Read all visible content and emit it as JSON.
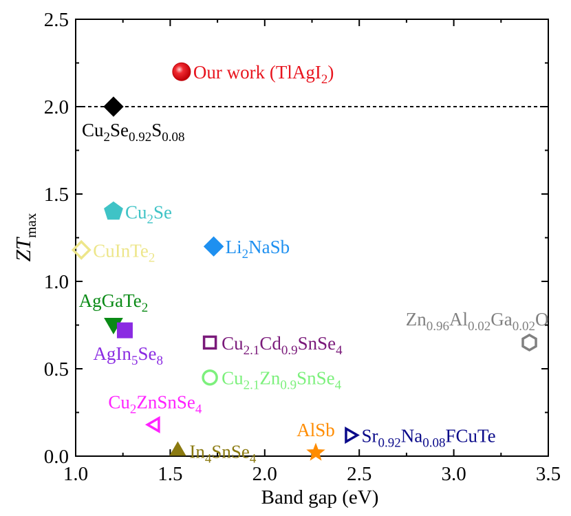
{
  "chart_data": {
    "type": "scatter",
    "xlabel": "Band gap (eV)",
    "ylabel": {
      "main": "ZT",
      "sub": "max"
    },
    "xlim": [
      1.0,
      3.5
    ],
    "ylim": [
      0.0,
      2.5
    ],
    "xticks": [
      "1.0",
      "1.5",
      "2.0",
      "2.5",
      "3.0",
      "3.5"
    ],
    "yticks": [
      "0.0",
      "0.5",
      "1.0",
      "1.5",
      "2.0",
      "2.5"
    ],
    "reference_line": {
      "y": 2.0,
      "style": "dashed"
    },
    "grid": false,
    "points": [
      {
        "label": [
          [
            "Our work (TlAgI"
          ],
          [
            "2",
            "sub"
          ],
          [
            ")"
          ]
        ],
        "x": 1.56,
        "y": 2.2,
        "marker": "circle-shaded",
        "color": "#e8141e",
        "label_side": "right"
      },
      {
        "label": [
          [
            "Cu"
          ],
          [
            "2",
            "sub"
          ],
          [
            "Se"
          ],
          [
            "0.92",
            "sub"
          ],
          [
            "S"
          ],
          [
            "0.08",
            "sub"
          ]
        ],
        "x": 1.2,
        "y": 2.0,
        "marker": "diamond",
        "color": "#000000",
        "label_side": "below"
      },
      {
        "label": [
          [
            "Cu"
          ],
          [
            "2",
            "sub"
          ],
          [
            "Se"
          ]
        ],
        "x": 1.2,
        "y": 1.4,
        "marker": "pentagon",
        "color": "#3fc3c6",
        "label_side": "right"
      },
      {
        "label": [
          [
            "CuInTe"
          ],
          [
            "2",
            "sub"
          ]
        ],
        "x": 1.03,
        "y": 1.18,
        "marker": "diamond-open",
        "color": "#ede68a",
        "label_side": "right"
      },
      {
        "label": [
          [
            "Li"
          ],
          [
            "2",
            "sub"
          ],
          [
            "NaSb"
          ]
        ],
        "x": 1.73,
        "y": 1.2,
        "marker": "diamond",
        "color": "#1e90f0",
        "label_side": "right"
      },
      {
        "label": [
          [
            "AgGaTe"
          ],
          [
            "2",
            "sub"
          ]
        ],
        "x": 1.2,
        "y": 0.76,
        "marker": "triangle-down",
        "color": "#0a8a16",
        "label_side": "above"
      },
      {
        "label": [
          [
            "AgIn"
          ],
          [
            "5",
            "sub"
          ],
          [
            "Se"
          ],
          [
            "8",
            "sub"
          ]
        ],
        "x": 1.26,
        "y": 0.72,
        "marker": "square",
        "color": "#8a2be2",
        "label_side": "below"
      },
      {
        "label": [
          [
            "Cu"
          ],
          [
            "2.1",
            "sub"
          ],
          [
            "Cd"
          ],
          [
            "0.9",
            "sub"
          ],
          [
            "SnSe"
          ],
          [
            "4",
            "sub"
          ]
        ],
        "x": 1.71,
        "y": 0.65,
        "marker": "square-open",
        "color": "#7a1a7a",
        "label_side": "right"
      },
      {
        "label": [
          [
            "Cu"
          ],
          [
            "2.1",
            "sub"
          ],
          [
            "Zn"
          ],
          [
            "0.9",
            "sub"
          ],
          [
            "SnSe"
          ],
          [
            "4",
            "sub"
          ]
        ],
        "x": 1.71,
        "y": 0.45,
        "marker": "circle-open",
        "color": "#7cf07c",
        "label_side": "right"
      },
      {
        "label": [
          [
            "Zn"
          ],
          [
            "0.96",
            "sub"
          ],
          [
            "Al"
          ],
          [
            "0.02",
            "sub"
          ],
          [
            "Ga"
          ],
          [
            "0.02",
            "sub"
          ],
          [
            "O"
          ]
        ],
        "x": 3.4,
        "y": 0.65,
        "marker": "hexagon-open",
        "color": "#808080",
        "label_side": "above-left"
      },
      {
        "label": [
          [
            "Cu"
          ],
          [
            "2",
            "sub"
          ],
          [
            "ZnSnSe"
          ],
          [
            "4",
            "sub"
          ]
        ],
        "x": 1.42,
        "y": 0.18,
        "marker": "triangle-left-open",
        "color": "#ff22ff",
        "label_side": "above"
      },
      {
        "label": [
          [
            "In"
          ],
          [
            "4",
            "sub"
          ],
          [
            "SnSe"
          ],
          [
            "4",
            "sub"
          ]
        ],
        "x": 1.54,
        "y": 0.03,
        "marker": "triangle-up",
        "color": "#8b7a10",
        "label_side": "right"
      },
      {
        "label": [
          [
            "AlSb"
          ]
        ],
        "x": 2.27,
        "y": 0.02,
        "marker": "star",
        "color": "#ff8c00",
        "label_side": "above"
      },
      {
        "label": [
          [
            "Sr"
          ],
          [
            "0.92",
            "sub"
          ],
          [
            "Na"
          ],
          [
            "0.08",
            "sub"
          ],
          [
            "FCuTe"
          ]
        ],
        "x": 2.45,
        "y": 0.12,
        "marker": "triangle-right-open",
        "color": "#0a0a8a",
        "label_side": "right"
      }
    ]
  }
}
